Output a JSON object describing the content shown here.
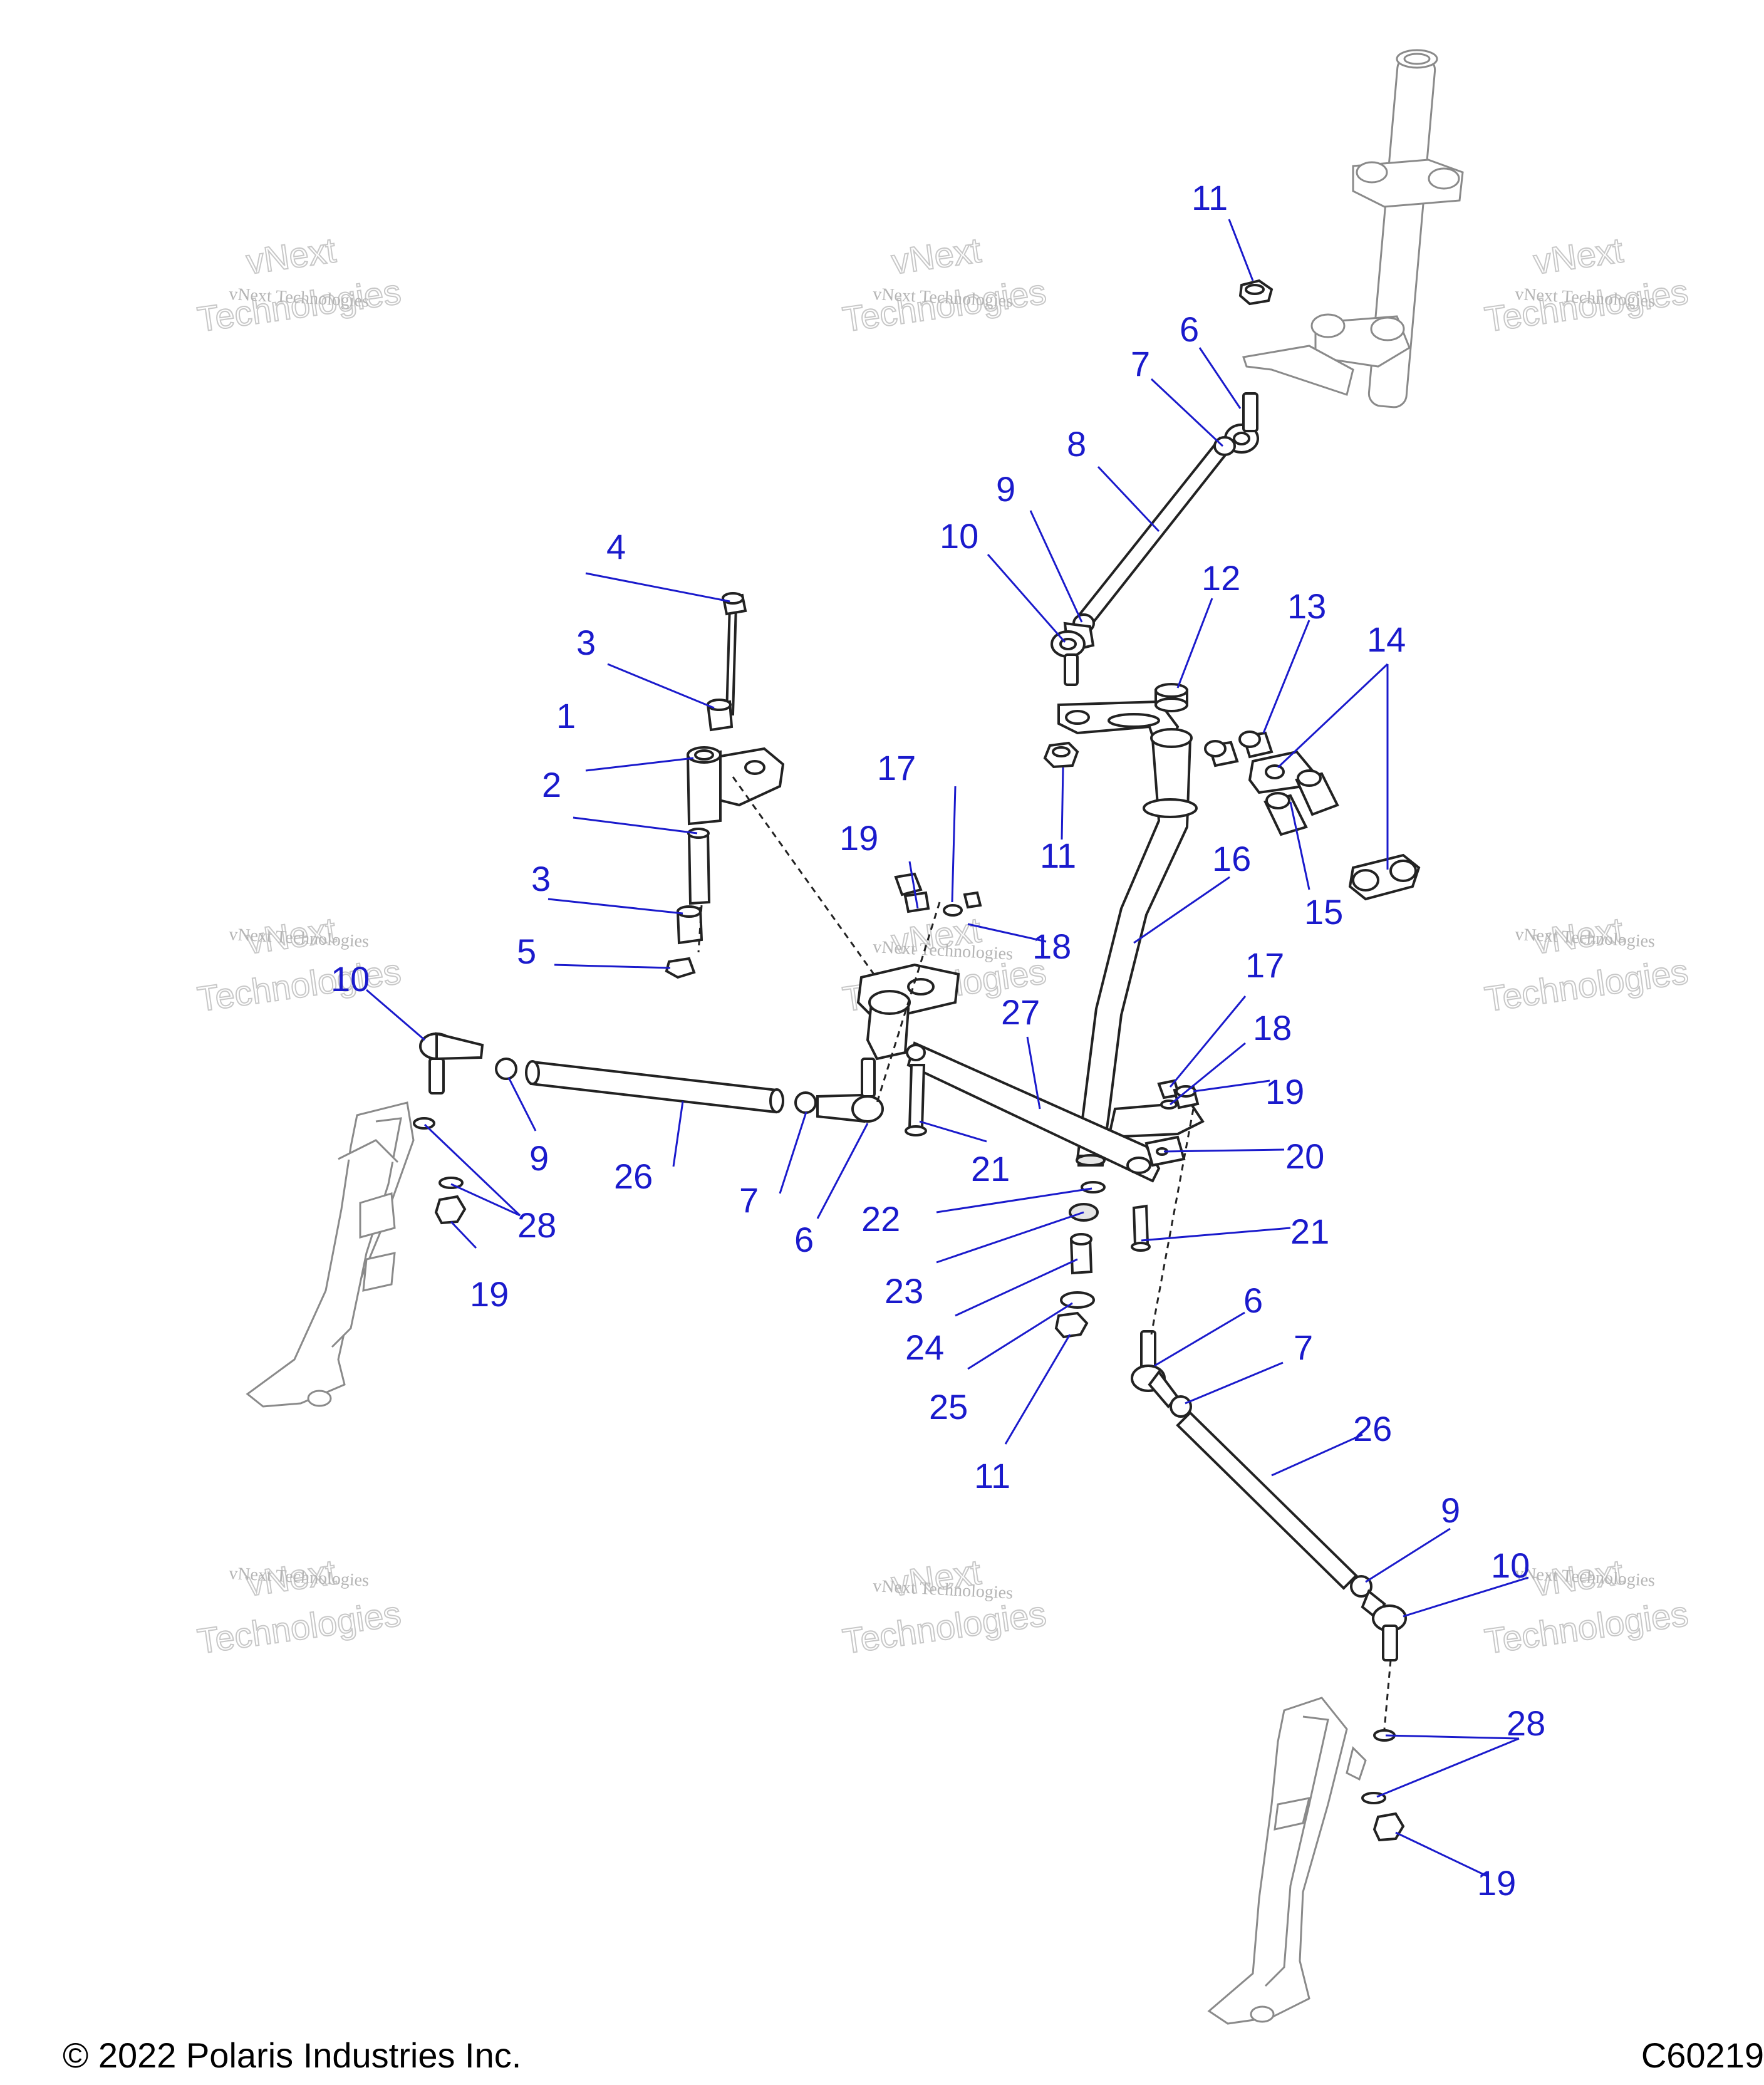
{
  "footer": {
    "copyright": "© 2022 Polaris Industries Inc.",
    "diagram_id": "C60219"
  },
  "watermark": {
    "line1": "vNext Technologies",
    "line2": "vNext",
    "line3": "Technologies"
  },
  "callouts": [
    "1",
    "2",
    "3",
    "3",
    "4",
    "5",
    "6",
    "6",
    "6",
    "7",
    "7",
    "7",
    "8",
    "9",
    "9",
    "9",
    "10",
    "10",
    "10",
    "11",
    "11",
    "11",
    "12",
    "13",
    "14",
    "15",
    "16",
    "17",
    "17",
    "18",
    "18",
    "19",
    "19",
    "19",
    "19",
    "20",
    "21",
    "21",
    "22",
    "23",
    "24",
    "25",
    "26",
    "26",
    "27",
    "28",
    "28"
  ],
  "colors": {
    "callout": "#1a1acc",
    "line": "#222222"
  }
}
